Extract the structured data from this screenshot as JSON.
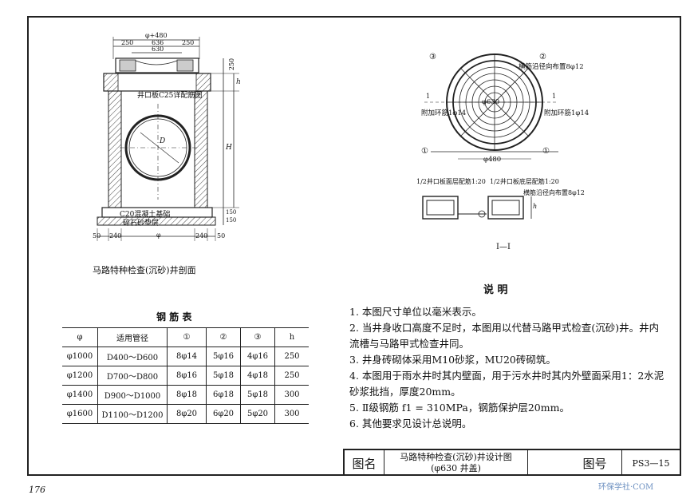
{
  "section_view": {
    "caption": "马路特种检查(沉砂)井剖面",
    "dims_top": [
      "φ+480",
      "250",
      "636",
      "630",
      "250"
    ],
    "dims_right": [
      "250",
      "h",
      "H",
      "150",
      "150"
    ],
    "label_slab": "井口板C25详配筋图",
    "label_d": "D",
    "label_base": "C20混凝土基础",
    "label_gravel": "碎石砂垫层",
    "dims_bottom": [
      "50",
      "240",
      "φ",
      "240",
      "50"
    ]
  },
  "plan_view": {
    "callouts": [
      "③",
      "②",
      "①",
      "①"
    ],
    "label_radial": "横筋沿径向布置8φ12",
    "label_ring_left": "附加环筋1φ14",
    "label_ring_right": "附加环筋1φ14",
    "label_630": "φ630",
    "label_480": "φ480",
    "section_marks": [
      "1",
      "1"
    ],
    "label_half_left": "1/2井口板面层配筋1:20",
    "label_half_right": "1/2井口板底层配筋1:20",
    "label_radial2": "横筋沿径向布置8φ12",
    "label_h": "h",
    "section_title": "I—I"
  },
  "rebar_table": {
    "title": "钢  筋  表",
    "headers": [
      "φ",
      "适用管径",
      "①",
      "②",
      "③",
      "h"
    ],
    "rows": [
      [
        "φ1000",
        "D400～D600",
        "8φ14",
        "5φ16",
        "4φ16",
        "250"
      ],
      [
        "φ1200",
        "D700～D800",
        "8φ16",
        "5φ18",
        "4φ18",
        "250"
      ],
      [
        "φ1400",
        "D900～D1000",
        "8φ18",
        "6φ18",
        "5φ18",
        "300"
      ],
      [
        "φ1600",
        "D1100～D1200",
        "8φ20",
        "6φ20",
        "5φ20",
        "300"
      ]
    ]
  },
  "notes": {
    "title": "说    明",
    "items": [
      "1. 本图尺寸单位以毫米表示。",
      "2. 当井身收口高度不足时，本图用以代替马路甲式检查(沉砂)井。井内流槽与马路甲式检查井同。",
      "3. 井身砖砌体采用M10砂浆，MU20砖砌筑。",
      "4. 本图用于雨水井时其内壁面，用于污水井时其内外壁面采用1：2水泥砂浆批挡，厚度20mm。",
      "5. Ⅱ级钢筋 f1 = 310MPa，钢筋保护层20mm。",
      "6. 其他要求见设计总说明。"
    ]
  },
  "title_block": {
    "label_name": "图名",
    "drawing_name_1": "马路特种检查(沉砂)井设计图",
    "drawing_name_2": "(φ630 井盖)",
    "label_number": "图号",
    "drawing_number": "PS3—15"
  },
  "page_number": "176",
  "watermark": "环保学社·COM"
}
